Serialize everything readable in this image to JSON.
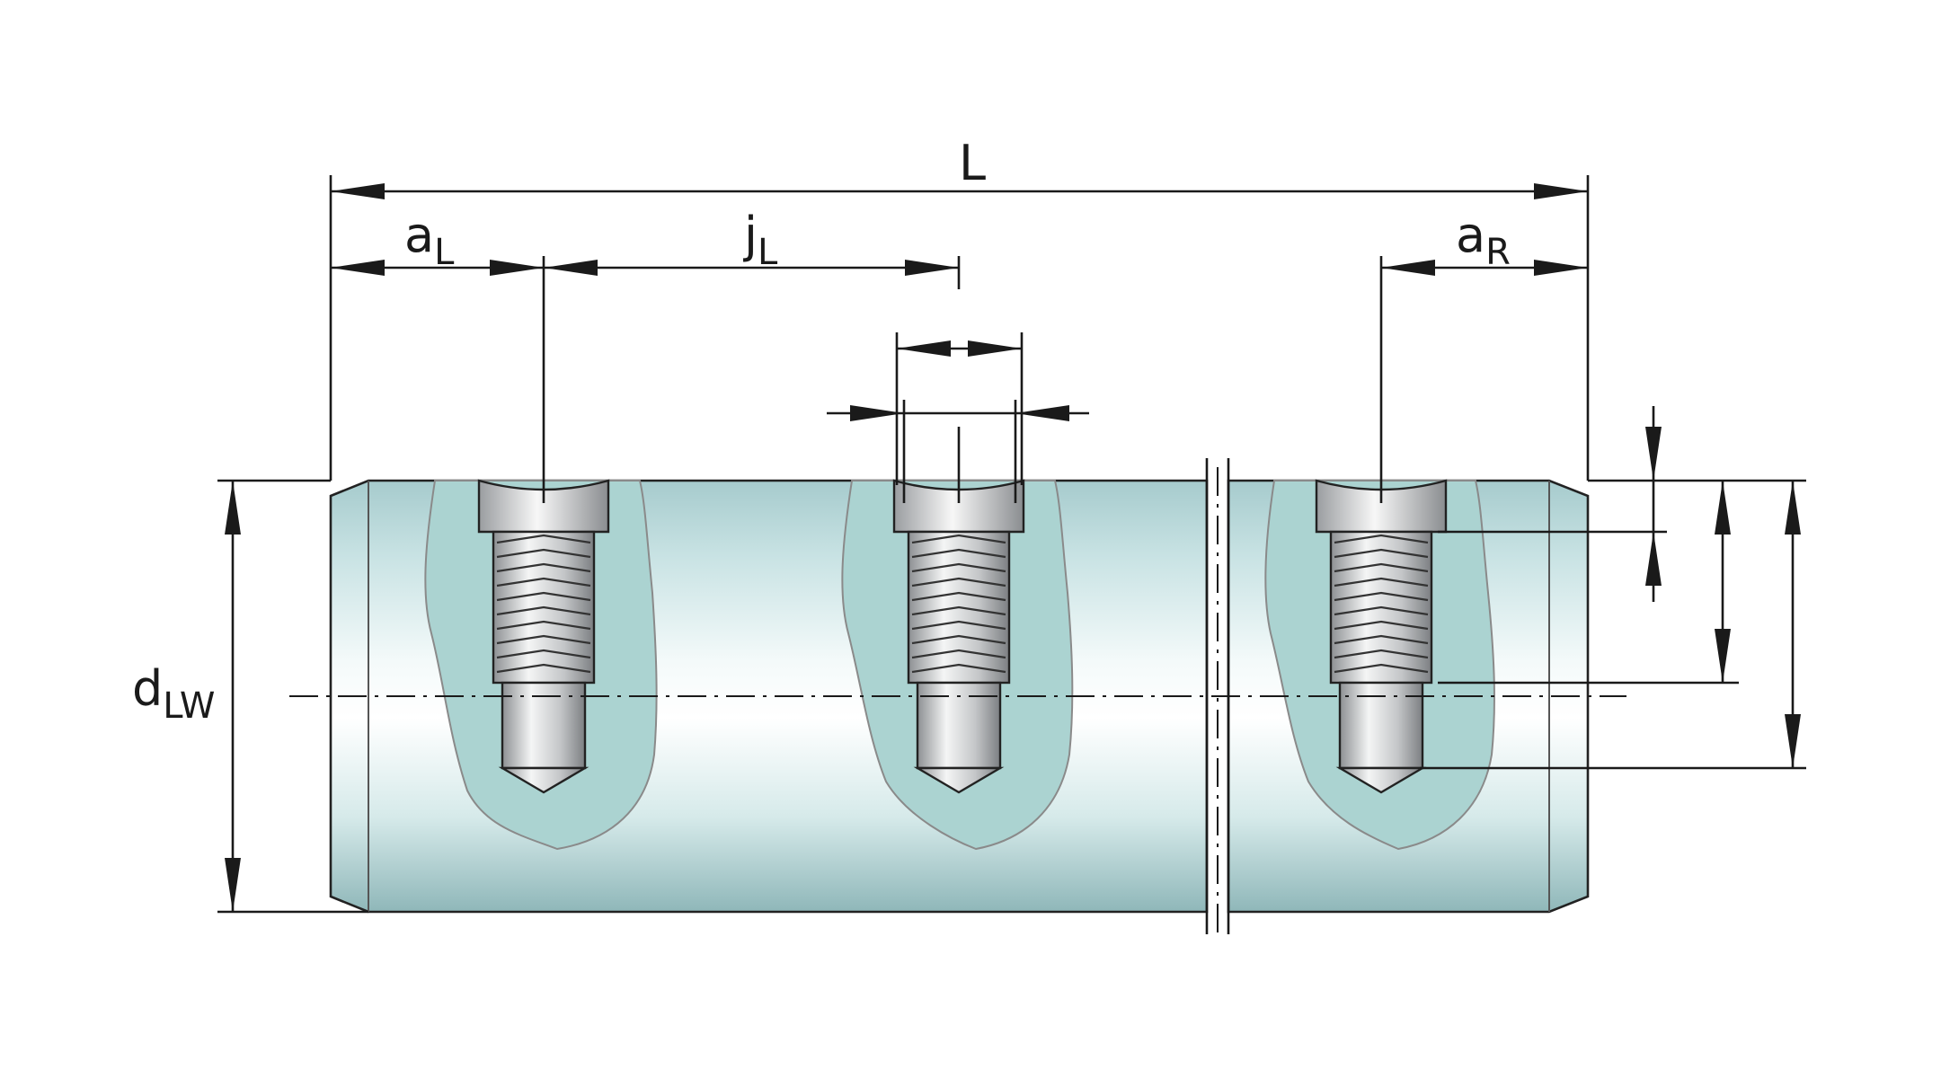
{
  "labels": {
    "length": "L",
    "left_end": {
      "main": "a",
      "sub": "L"
    },
    "pitch": {
      "main": "j",
      "sub": "L"
    },
    "right_end": {
      "main": "a",
      "sub": "R"
    },
    "diameter": {
      "main": "d",
      "sub": "LW"
    }
  },
  "colors": {
    "shaft_light": "#f2f9f9",
    "shaft_mid": "#c9e4e4",
    "shaft_dark": "#a9cfcf",
    "cutaway": "#a9d2d0",
    "screw": "#c7c9cb",
    "line": "#1a1a1a"
  }
}
